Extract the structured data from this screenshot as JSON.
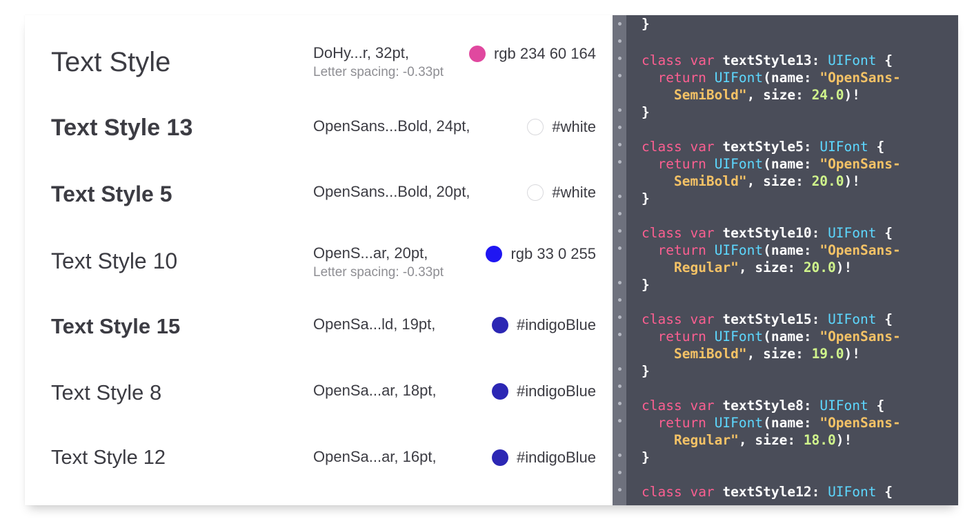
{
  "styles": [
    {
      "name": "Text Style",
      "font": "DoHy...r, 32pt,",
      "color_name": "rgb 234 60 164",
      "swatch": "#e0489f",
      "spacing": "Letter spacing: -0.33pt"
    },
    {
      "name": "Text Style 13",
      "font": "OpenSans...Bold, 24pt,",
      "color_name": "#white",
      "swatch": "#ffffff",
      "spacing": ""
    },
    {
      "name": "Text Style 5",
      "font": "OpenSans...Bold, 20pt,",
      "color_name": "#white",
      "swatch": "#ffffff",
      "spacing": ""
    },
    {
      "name": "Text Style 10",
      "font": "OpenS...ar, 20pt,",
      "color_name": "rgb 33 0 255",
      "swatch": "#1f16f2",
      "spacing": "Letter spacing: -0.33pt"
    },
    {
      "name": "Text Style 15",
      "font": "OpenSa...ld, 19pt,",
      "color_name": "#indigoBlue",
      "swatch": "#2c27b4",
      "spacing": ""
    },
    {
      "name": "Text Style 8",
      "font": "OpenSa...ar, 18pt,",
      "color_name": "#indigoBlue",
      "swatch": "#2c27b4",
      "spacing": ""
    },
    {
      "name": "Text Style 12",
      "font": "OpenSa...ar, 16pt,",
      "color_name": "#indigoBlue",
      "swatch": "#2c27b4",
      "spacing": ""
    }
  ],
  "code": {
    "brace": "}",
    "kw_class": "class",
    "kw_var": "var",
    "kw_return": "return",
    "type_uifont": "UIFont",
    "open_brace": "{",
    "name_arg": "(name: ",
    "size_arg": ", size: ",
    "close_call": ")!",
    "blocks": [
      {
        "ident": "textStyle13",
        "str1": "\"OpenSans-",
        "str2": "SemiBold\"",
        "size": "24.0"
      },
      {
        "ident": "textStyle5",
        "str1": "\"OpenSans-",
        "str2": "SemiBold\"",
        "size": "20.0"
      },
      {
        "ident": "textStyle10",
        "str1": "\"OpenSans-",
        "str2": "Regular\"",
        "size": "20.0"
      },
      {
        "ident": "textStyle15",
        "str1": "\"OpenSans-",
        "str2": "SemiBold\"",
        "size": "19.0"
      },
      {
        "ident": "textStyle8",
        "str1": "\"OpenSans-",
        "str2": "Regular\"",
        "size": "18.0"
      },
      {
        "ident": "textStyle12",
        "str1": "",
        "str2": "",
        "size": ""
      }
    ]
  },
  "colors": {
    "code_background": "#4a4d59",
    "gutter": "#6e717d",
    "keyword": "#fc5f91",
    "type": "#5dd8ff",
    "string": "#f4c266",
    "number": "#d0f58c"
  }
}
